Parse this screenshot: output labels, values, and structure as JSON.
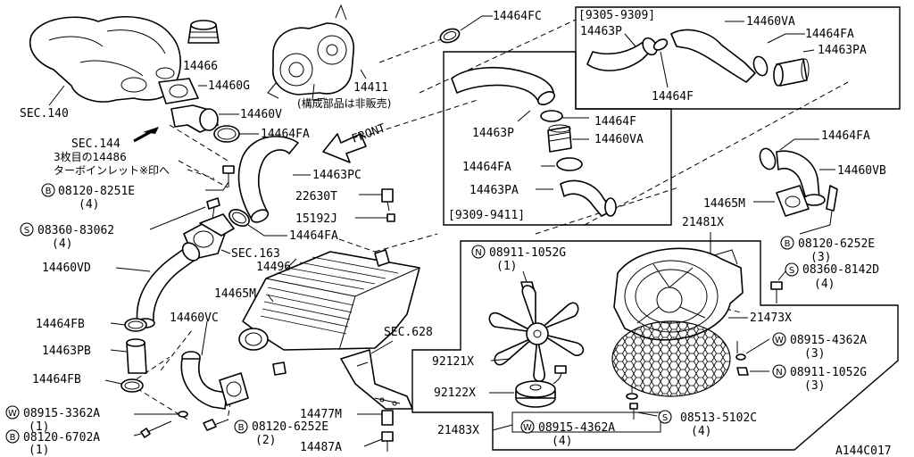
{
  "figure_code": "A144C017",
  "labels": {
    "sec140": "SEC.140",
    "sec144": "SEC.144",
    "sec144_note1": "3枚目の14486",
    "sec144_note2": "ターボインレット※印へ",
    "sec163": "SEC.163",
    "sec628": "SEC.628",
    "front": "FRONT",
    "p14466": "14466",
    "p14460G": "14460G",
    "p14460V": "14460V",
    "p14464FA_a": "14464FA",
    "p14463PC": "14463PC",
    "p14411": "14411",
    "p14411_note": "(構成部品は非販売)",
    "p14464FC": "14464FC",
    "box1_range": "[9305-9309]",
    "box1_14463P": "14463P",
    "box1_14464F": "14464F",
    "box1_14460VA": "14460VA",
    "box1_14464FA": "14464FA",
    "box1_14463PA": "14463PA",
    "box2_14463P": "14463P",
    "box2_14464F": "14464F",
    "box2_14460VA": "14460VA",
    "box2_14464FA": "14464FA",
    "box2_14463PA": "14463PA",
    "box2_range": "[9309-9411]",
    "p14464FA_r": "14464FA",
    "p14460VB": "14460VB",
    "p14465M_r": "14465M",
    "p21481X": "21481X",
    "b_08120_6252E_r": "08120-6252E",
    "b_08120_6252E_r_qty": "(3)",
    "s_08360_8142D": "08360-8142D",
    "s_08360_8142D_qty": "(4)",
    "b_08120_8251E": "08120-8251E",
    "b_08120_8251E_qty": "(4)",
    "p22630T": "22630T",
    "p15192J": "15192J",
    "s_08360_83062": "08360-83062",
    "s_08360_83062_qty": "(4)",
    "p14464FA_b": "14464FA",
    "p14460VD": "14460VD",
    "p14496": "14496",
    "p14465M_c": "14465M",
    "p14464FB_1": "14464FB",
    "p14460VC": "14460VC",
    "p14463PB": "14463PB",
    "p14464FB_2": "14464FB",
    "w_08915_3362A": "08915-3362A",
    "w_08915_3362A_qty": "(1)",
    "b_08120_6702A": "08120-6702A",
    "b_08120_6702A_qty": "(1)",
    "b_08120_6252E_c": "08120-6252E",
    "b_08120_6252E_c_qty": "(2)",
    "p14477M": "14477M",
    "p14487A": "14487A",
    "n_08911_1052G_top": "08911-1052G",
    "n_08911_1052G_top_qty": "(1)",
    "p92121X": "92121X",
    "p92122X": "92122X",
    "p21483X": "21483X",
    "w_08915_4362A_b": "08915-4362A",
    "w_08915_4362A_b_qty": "(4)",
    "s_08513_5102C": "08513-5102C",
    "s_08513_5102C_qty": "(4)",
    "p21473X": "21473X",
    "w_08915_4362A_r": "08915-4362A",
    "w_08915_4362A_r_qty": "(3)",
    "n_08911_1052G_r": "08911-1052G",
    "n_08911_1052G_r_qty": "(3)"
  },
  "markers": {
    "B": "B",
    "S": "S",
    "W": "W",
    "N": "N"
  }
}
